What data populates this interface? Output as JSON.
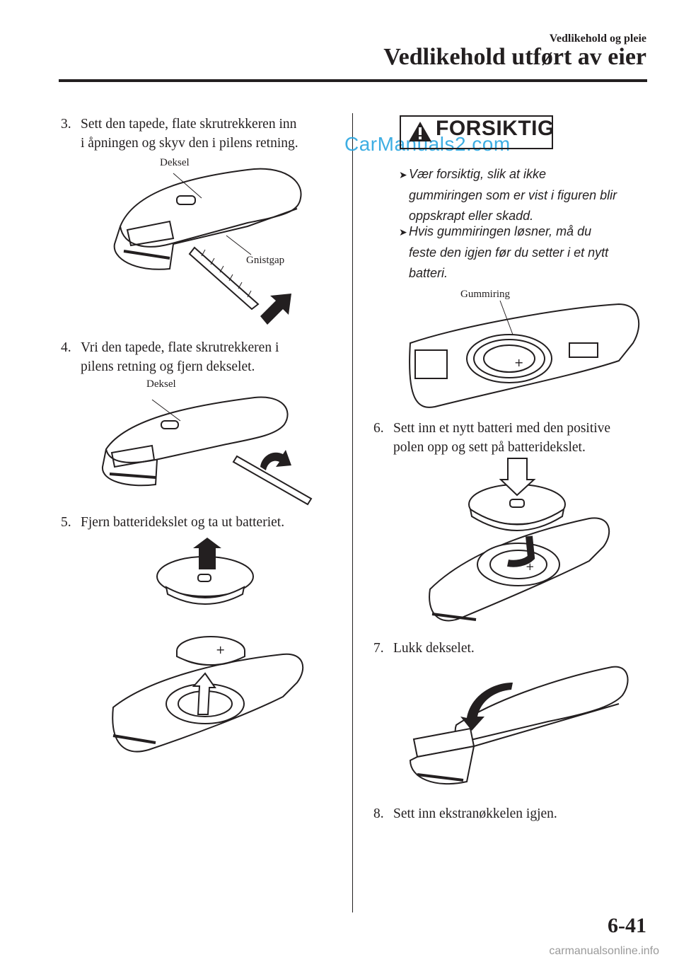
{
  "header": {
    "section": "Vedlikehold og pleie",
    "title": "Vedlikehold utført av eier"
  },
  "steps": [
    {
      "number": "3.",
      "line1": "Sett den tapede, flate skrutrekkeren inn",
      "line2": "i åpningen og skyv den i pilens retning."
    },
    {
      "number": "4.",
      "line1": "Vri den tapede, flate skrutrekkeren i",
      "line2": "pilens retning og fjern dekselet."
    },
    {
      "number": "5.",
      "line1": "Fjern batteridekslet og ta ut batteriet.",
      "line2": ""
    },
    {
      "number": "6.",
      "line1": "Sett inn et nytt batteri med den positive",
      "line2": "polen opp og sett på batteridekslet."
    },
    {
      "number": "7.",
      "line1": "Lukk dekselet.",
      "line2": ""
    },
    {
      "number": "8.",
      "line1": "Sett inn ekstranøkkelen igjen.",
      "line2": ""
    }
  ],
  "labels": {
    "deksel": "Deksel",
    "gnistgap": "Gnistgap",
    "gummiring": "Gummiring"
  },
  "warning": {
    "title": "FORSIKTIG",
    "bullets": [
      {
        "line1": "Vær forsiktig, slik at ikke",
        "line2": "gummiringen som er vist i figuren blir",
        "line3": "oppskrapt eller skadd."
      },
      {
        "line1": "Hvis gummiringen løsner, må du",
        "line2": "feste den igjen før du setter i et nytt",
        "line3": "batteri."
      }
    ]
  },
  "watermark": "CarManuals2.com",
  "page_number": "6-41",
  "footer_watermark": "carmanualsonline.info",
  "icons": [
    "warning-triangle-icon",
    "bullet-arrow-icon"
  ],
  "colors": {
    "text": "#231f20",
    "watermark": "#2aa6e0",
    "footer_watermark": "#9a9a9a"
  }
}
